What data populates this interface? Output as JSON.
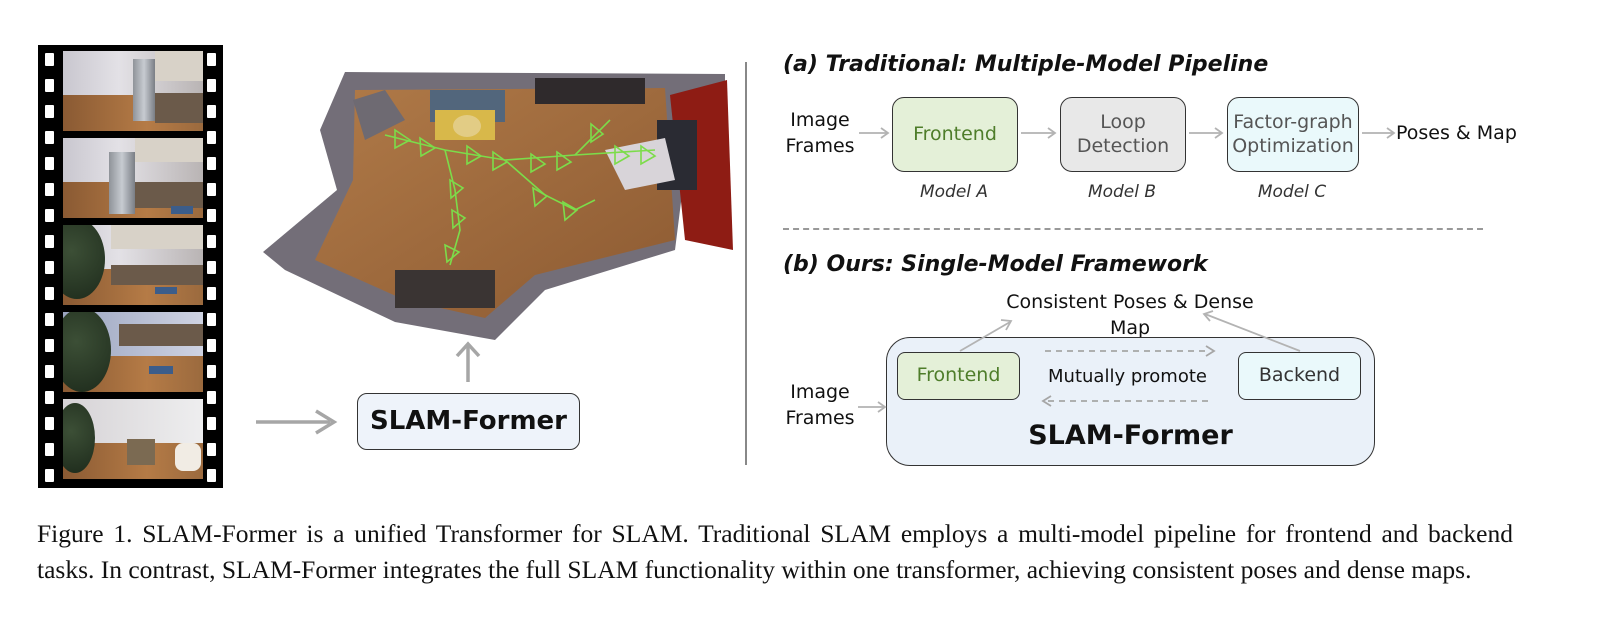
{
  "left": {
    "slam_former_label": "SLAM-Former"
  },
  "panel_a": {
    "heading": "(a) Traditional: Multiple-Model Pipeline",
    "input_label_line1": "Image",
    "input_label_line2": "Frames",
    "frontend_label": "Frontend",
    "loop_label_line1": "Loop",
    "loop_label_line2": "Detection",
    "factor_label_line1": "Factor-graph",
    "factor_label_line2": "Optimization",
    "output_label": "Poses & Map",
    "model_a": "Model A",
    "model_b": "Model B",
    "model_c": "Model C"
  },
  "panel_b": {
    "heading": "(b) Ours: Single-Model Framework",
    "output_label": "Consistent Poses & Dense Map",
    "input_label_line1": "Image",
    "input_label_line2": "Frames",
    "frontend_label": "Frontend",
    "backend_label": "Backend",
    "promote_label": "Mutually promote",
    "container_label": "SLAM-Former"
  },
  "colors": {
    "frontend_fill": "#e4f0d8",
    "frontend_text": "#4e7d2a",
    "loop_fill": "#e8e8e8",
    "factor_fill": "#eaf9fb",
    "container_fill": "#eaf1f9",
    "arrow_gray": "#b3b3b3"
  },
  "caption": "Figure 1. SLAM-Former is a unified Transformer for SLAM. Traditional SLAM employs a multi-model pipeline for frontend and backend tasks.  In contrast, SLAM-Former integrates the full SLAM functionality within one transformer, achieving consistent poses and dense maps."
}
